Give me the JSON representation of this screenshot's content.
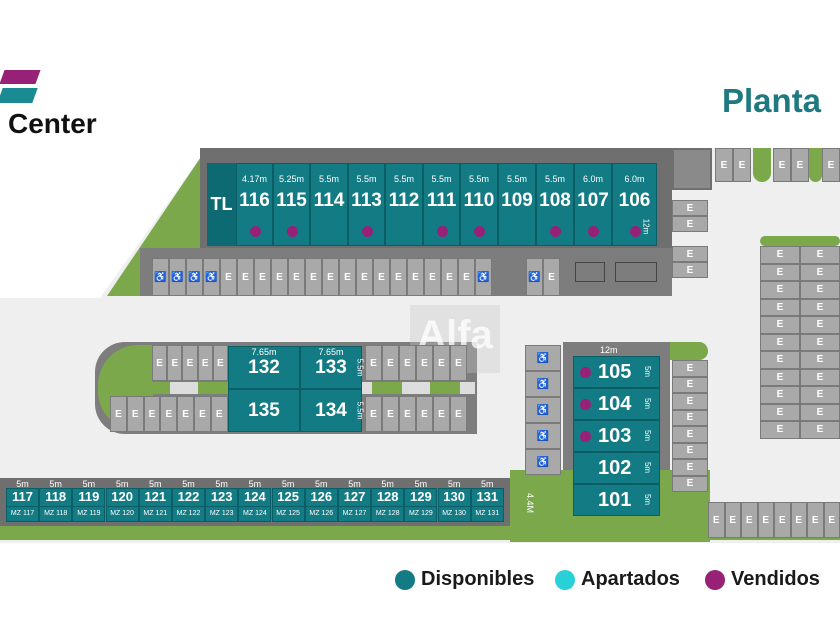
{
  "brand": {
    "name": "Center",
    "title": "Planta",
    "watermark": "Alfa",
    "colors": {
      "magenta": "#962176",
      "teal": "#137b84"
    }
  },
  "labels": {
    "tl": "TL",
    "road_width": "4.4M",
    "parking": "E",
    "accessible": "accessible-parking"
  },
  "top_row": [
    {
      "id": "116",
      "dim": "4.17m",
      "sold": true
    },
    {
      "id": "115",
      "dim": "5.25m",
      "sold": true
    },
    {
      "id": "114",
      "dim": "5.5m",
      "sold": false
    },
    {
      "id": "113",
      "dim": "5.5m",
      "sold": true
    },
    {
      "id": "112",
      "dim": "5.5m",
      "sold": false
    },
    {
      "id": "111",
      "dim": "5.5m",
      "sold": true
    },
    {
      "id": "110",
      "dim": "5.5m",
      "sold": true
    },
    {
      "id": "109",
      "dim": "5.5m",
      "sold": false
    },
    {
      "id": "108",
      "dim": "5.5m",
      "sold": true
    },
    {
      "id": "107",
      "dim": "6.0m",
      "sold": true
    },
    {
      "id": "106",
      "dim": "6.0m",
      "sold": true,
      "depth": "12m"
    }
  ],
  "center_block": [
    {
      "id": "132",
      "dim": "7.65m"
    },
    {
      "id": "133",
      "dim": "7.65m",
      "depth": "5.5m"
    },
    {
      "id": "135"
    },
    {
      "id": "134",
      "depth": "5.5m"
    }
  ],
  "right_column": {
    "width": "12m",
    "units": [
      {
        "id": "105",
        "depth": "5m",
        "sold": true
      },
      {
        "id": "104",
        "depth": "5m",
        "sold": true
      },
      {
        "id": "103",
        "depth": "5m",
        "sold": true
      },
      {
        "id": "102",
        "depth": "5m",
        "sold": false
      },
      {
        "id": "101",
        "depth": "5m",
        "sold": false
      }
    ]
  },
  "bottom_row": [
    {
      "id": "117",
      "dim": "5m",
      "sub": "MZ 117"
    },
    {
      "id": "118",
      "dim": "5m",
      "sub": "MZ 118"
    },
    {
      "id": "119",
      "dim": "5m",
      "sub": "MZ 119"
    },
    {
      "id": "120",
      "dim": "5m",
      "sub": "MZ 120"
    },
    {
      "id": "121",
      "dim": "5m",
      "sub": "MZ 121"
    },
    {
      "id": "122",
      "dim": "5m",
      "sub": "MZ 122"
    },
    {
      "id": "123",
      "dim": "5m",
      "sub": "MZ 123"
    },
    {
      "id": "124",
      "dim": "5m",
      "sub": "MZ 124"
    },
    {
      "id": "125",
      "dim": "5m",
      "sub": "MZ 125"
    },
    {
      "id": "126",
      "dim": "5m",
      "sub": "MZ 126"
    },
    {
      "id": "127",
      "dim": "5m",
      "sub": "MZ 127"
    },
    {
      "id": "128",
      "dim": "5m",
      "sub": "MZ 128"
    },
    {
      "id": "129",
      "dim": "5m",
      "sub": "MZ 129"
    },
    {
      "id": "130",
      "dim": "5m",
      "sub": "MZ 130"
    },
    {
      "id": "131",
      "dim": "5m",
      "sub": "MZ 131"
    }
  ],
  "legend": [
    {
      "label": "Disponibles",
      "color": "#137b84"
    },
    {
      "label": "Apartados",
      "color": "#2ad0d8"
    },
    {
      "label": "Vendidos",
      "color": "#962176"
    }
  ]
}
